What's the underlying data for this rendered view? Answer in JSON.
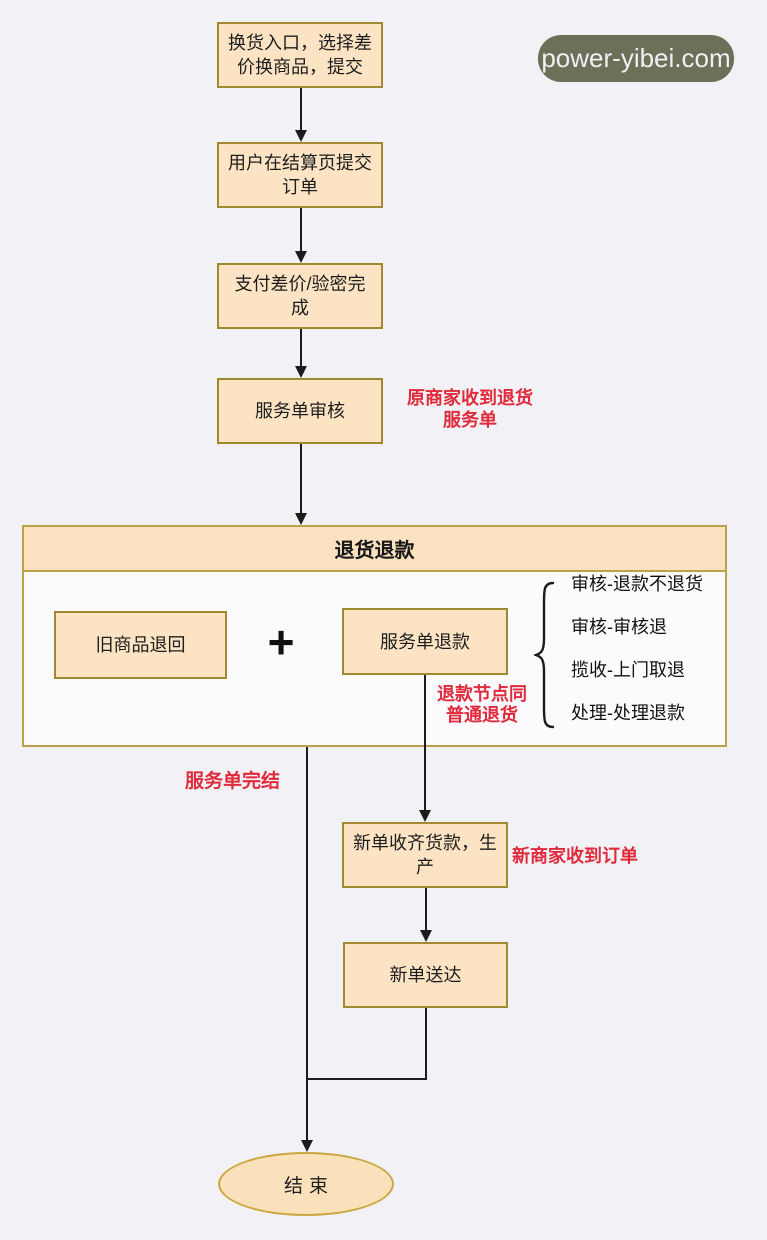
{
  "watermark": {
    "text": "power-yibei.com"
  },
  "colors": {
    "background": "#f2f1f6",
    "node_fill": "#fbe3c3",
    "node_border": "#a1892f",
    "container_border": "#bfa04b",
    "annotation_red": "#e02b3c",
    "line": "#1c1c1c",
    "watermark_bg": "#6a7158"
  },
  "nodes": {
    "exchange_entry": "换货入口，选择差价换商品，提交",
    "submit_order": "用户在结算页提交订单",
    "pay_difference": "支付差价/验密完成",
    "service_review": "服务单审核",
    "old_product_return": "旧商品退回",
    "service_refund": "服务单退款",
    "new_order_production": "新单收齐货款，生产",
    "new_order_delivered": "新单送达",
    "end": "结束"
  },
  "container": {
    "title": "退货退款",
    "plus_sign": "+"
  },
  "refund_steps": [
    "审核-退款不退货",
    "审核-审核退",
    "揽收-上门取退",
    "处理-处理退款"
  ],
  "annotations": {
    "merchant_received_return": "原商家收到退货服务单",
    "refund_node_same": "退款节点同普通退货",
    "service_order_complete": "服务单完结",
    "new_merchant_received": "新商家收到订单"
  }
}
